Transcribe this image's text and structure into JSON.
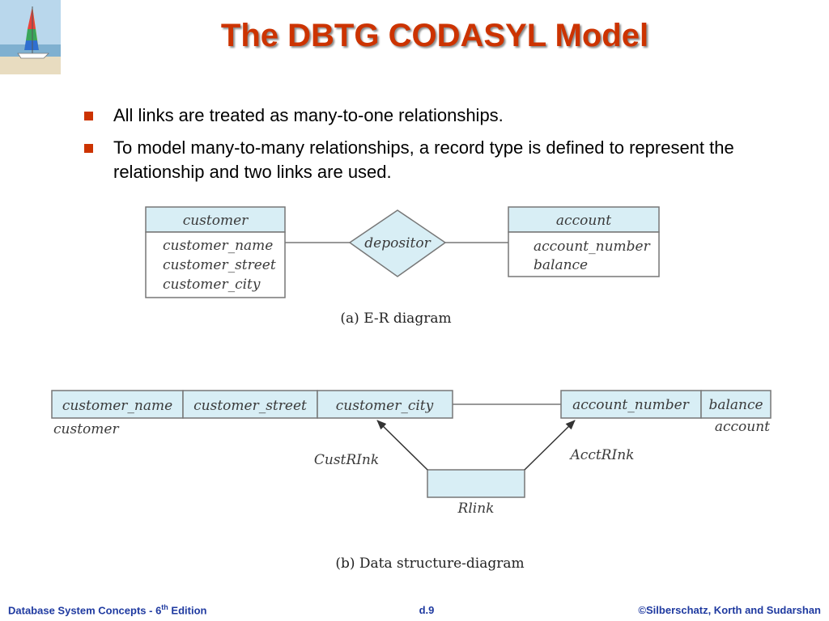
{
  "title": "The DBTG CODASYL Model",
  "bullets": [
    "All links are treated as many-to-one relationships.",
    "To model many-to-many relationships, a record type is defined to represent the relationship and two links are used."
  ],
  "er_diagram": {
    "caption": "(a) E-R diagram",
    "entity_customer": {
      "name": "customer",
      "attributes": [
        "customer_name",
        "customer_street",
        "customer_city"
      ]
    },
    "relationship": "depositor",
    "entity_account": {
      "name": "account",
      "attributes": [
        "account_number",
        "balance"
      ]
    }
  },
  "ds_diagram": {
    "caption": "(b) Data structure-diagram",
    "customer_fields": [
      "customer_name",
      "customer_street",
      "customer_city"
    ],
    "customer_label": "customer",
    "account_fields": [
      "account_number",
      "balance"
    ],
    "account_label": "account",
    "link_left": "CustRInk",
    "link_right": "AcctRInk",
    "link_record": "Rlink"
  },
  "footer": {
    "left_prefix": "Database System Concepts - 6",
    "left_sup": "th",
    "left_suffix": " Edition",
    "center": "d.9",
    "right": "©Silberschatz, Korth and Sudarshan"
  },
  "colors": {
    "title": "#cc3300",
    "bullet": "#cc3300",
    "box_fill": "#d8eef5",
    "footer": "#1f3aa0"
  }
}
